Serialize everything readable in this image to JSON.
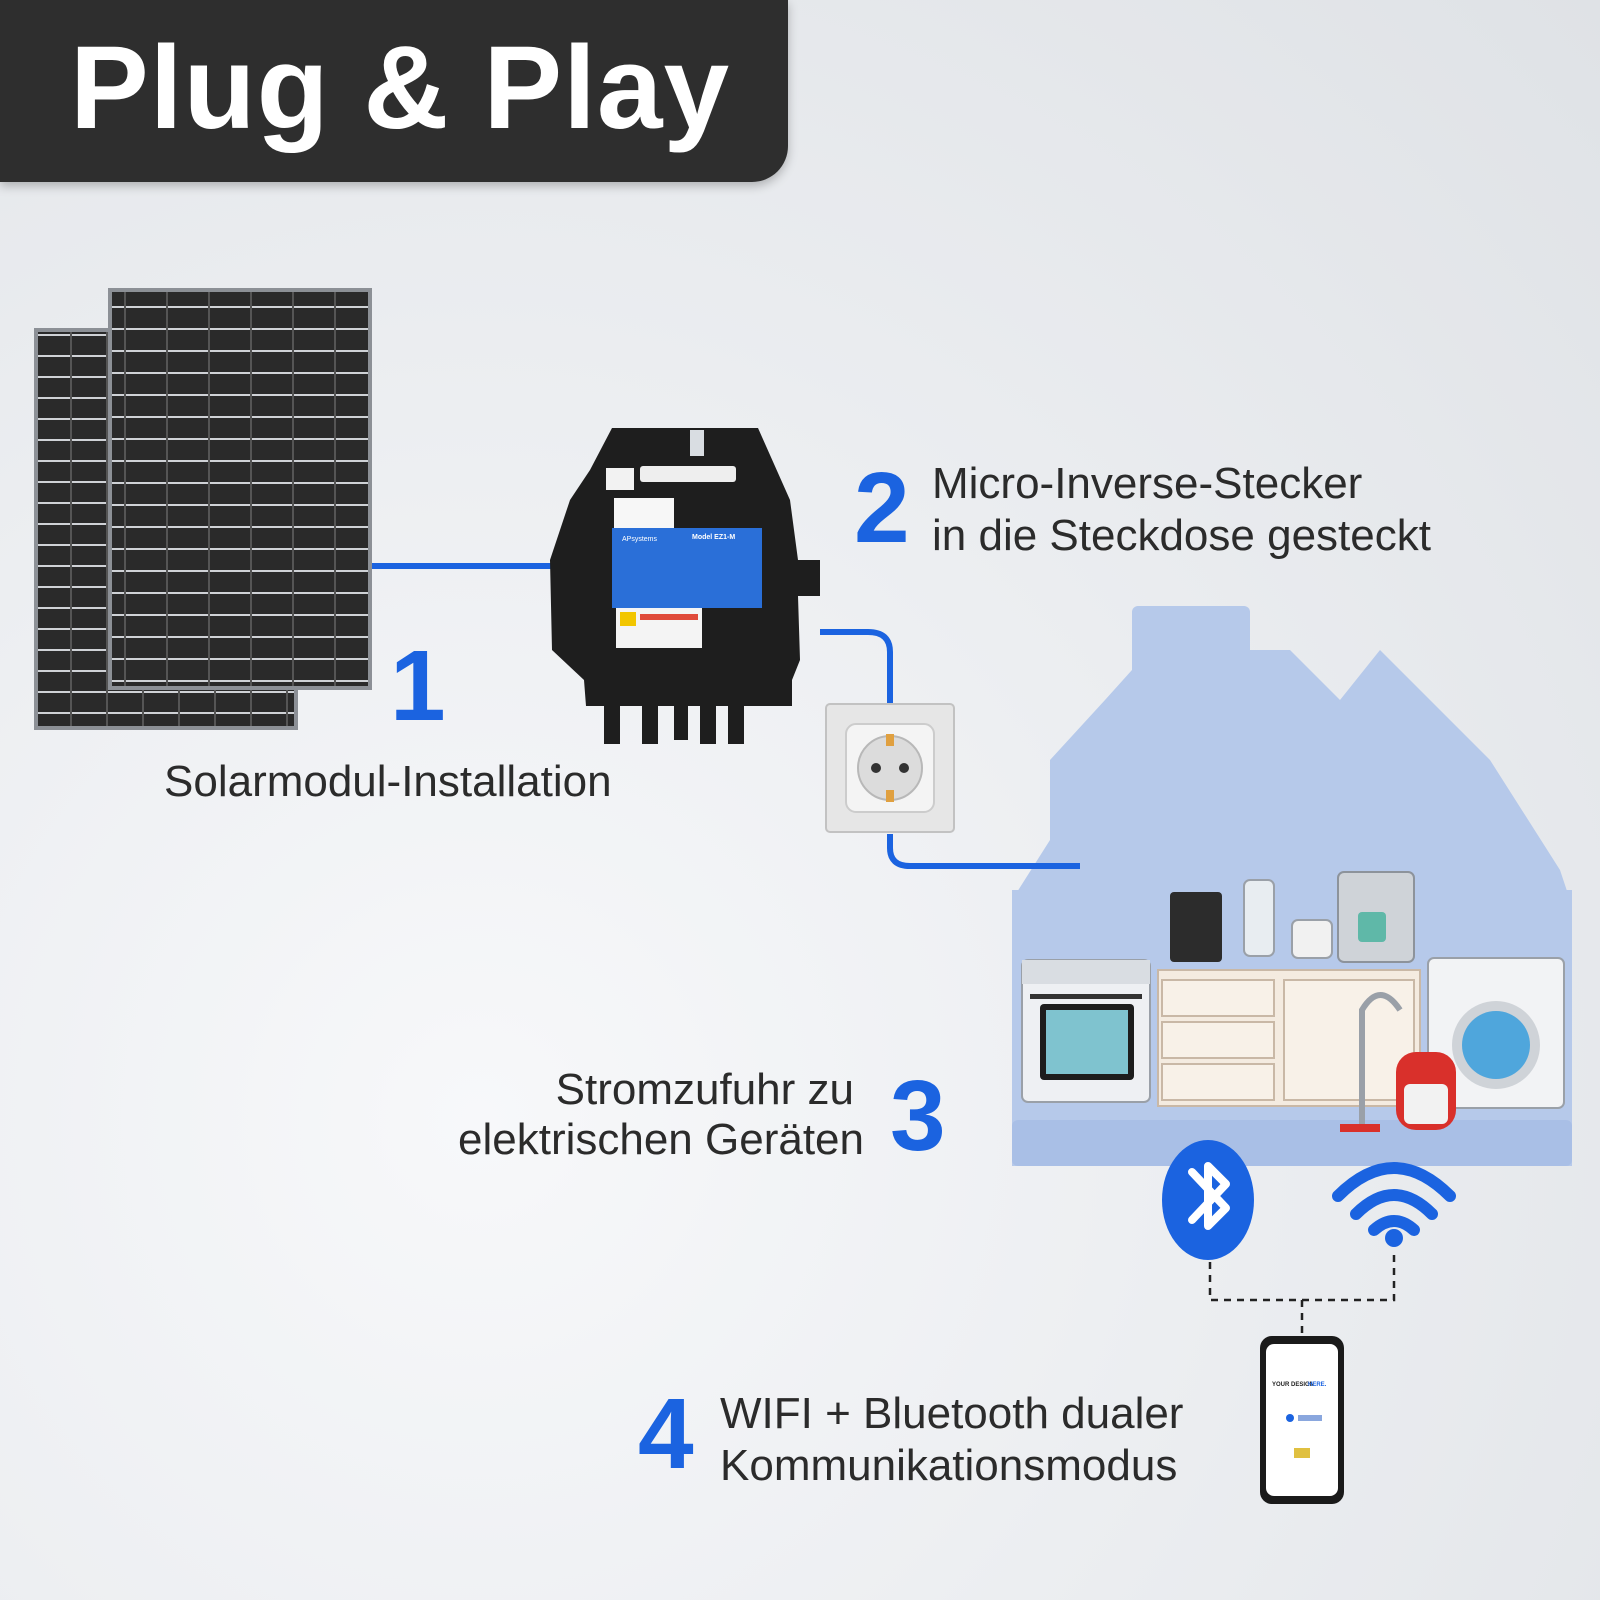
{
  "title": "Plug & Play",
  "steps": [
    {
      "number": "1",
      "lines": [
        "Solarmodul-Installation"
      ]
    },
    {
      "number": "2",
      "lines": [
        "Micro-Inverse-Stecker",
        "in die Steckdose gesteckt"
      ]
    },
    {
      "number": "3",
      "lines": [
        "Stromzufuhr zu",
        "elektrischen Geräten"
      ]
    },
    {
      "number": "4",
      "lines": [
        "WIFI + Bluetooth dualer",
        "Kommunikationsmodus"
      ]
    }
  ],
  "inverter_label": {
    "brand": "APsystems",
    "model": "Model EZ1-M"
  },
  "phone_screen": {
    "headline_a": "YOUR DESIGN",
    "headline_b": "HERE."
  },
  "colors": {
    "accent_blue": "#1b63e0",
    "banner": "#2e2e2e",
    "house": "#b6c9ea",
    "text": "#2b2b2b"
  },
  "icons": [
    "solar-panel-icon",
    "microinverter-icon",
    "power-socket-icon",
    "house-icon",
    "bluetooth-icon",
    "wifi-icon",
    "smartphone-icon"
  ]
}
